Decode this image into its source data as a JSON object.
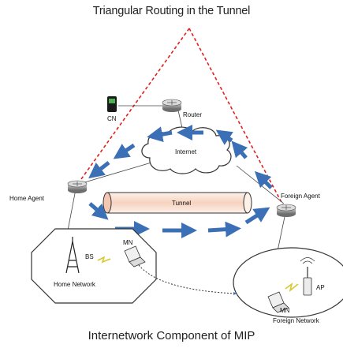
{
  "title": "Triangular Routing in the Tunnel",
  "caption": "Internetwork Component of MIP",
  "labels": {
    "cn": "CN",
    "router": "Router",
    "internet": "Internet",
    "home_agent": "Home Agent",
    "foreign_agent": "Foreign Agent",
    "tunnel": "Tunnel",
    "bs": "BS",
    "mn_home": "MN",
    "home_network": "Home Network",
    "ap": "AP",
    "mn_foreign": "MN",
    "foreign_network": "Foreign Network"
  },
  "colors": {
    "triangle": "#e02020",
    "flow_arrow": "#3b6fb6",
    "tunnel_fill": "#fbe3d6",
    "router_body": "#8c8c8c",
    "network_border": "#333333"
  }
}
